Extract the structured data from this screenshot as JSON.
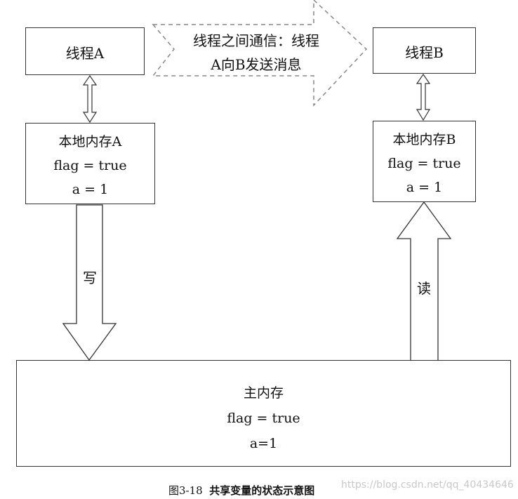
{
  "thread_a": {
    "label": "线程A"
  },
  "thread_b": {
    "label": "线程B"
  },
  "message_arrow": {
    "line1": "线程之间通信：线程",
    "line2": "A向B发送消息"
  },
  "local_memory_a": {
    "title": "本地内存A",
    "flag": "flag = true",
    "a": "a = 1"
  },
  "local_memory_b": {
    "title": "本地内存B",
    "flag": "flag = true",
    "a": "a = 1"
  },
  "write_arrow": {
    "label": "写"
  },
  "read_arrow": {
    "label": "读"
  },
  "main_memory": {
    "title": "主内存",
    "flag": "flag = true",
    "a": "a=1"
  },
  "caption": {
    "figure": "图3-18",
    "text": "共享变量的状态示意图"
  },
  "watermark": "https://blog.csdn.net/qq_40434646",
  "colors": {
    "stroke": "#333333",
    "dash": "#888888"
  }
}
